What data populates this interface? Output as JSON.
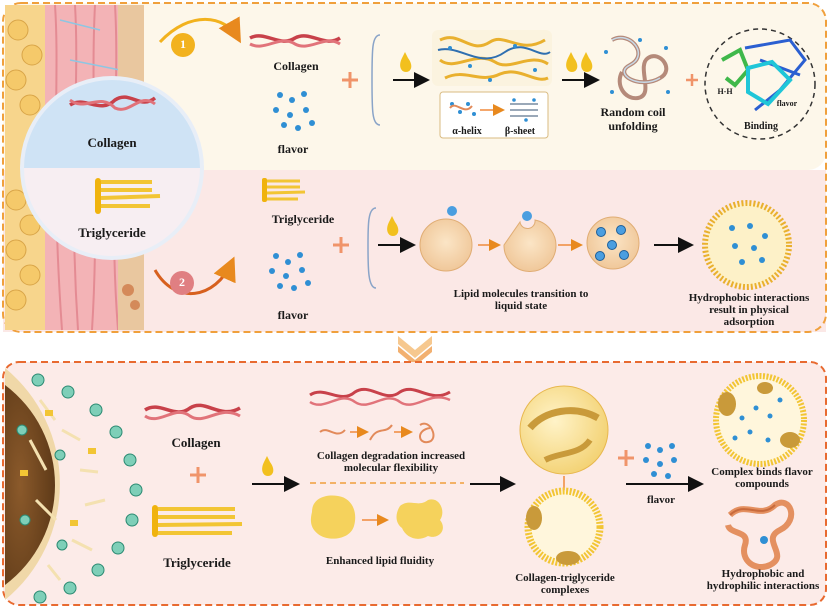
{
  "top_panel": {
    "left_circle": {
      "top_label": "Collagen",
      "bottom_label": "Triglyceride"
    },
    "step_1": "1",
    "step_2": "2",
    "row1": {
      "collagen_label": "Collagen",
      "flavor_label": "flavor",
      "alpha_label": "α-helix",
      "beta_label": "β-sheet",
      "random_coil_label": "Random coil unfolding",
      "binding_label": "Binding",
      "hh_label": "H-H",
      "flavor_small_label": "flavor"
    },
    "row2": {
      "triglyceride_label": "Triglyceride",
      "flavor_label": "flavor",
      "lipid_transition_label": "Lipid molecules transition to liquid state",
      "hydrophobic_label": "Hydrophobic interactions result in physical adsorption"
    }
  },
  "bottom_panel": {
    "collagen_label": "Collagen",
    "triglyceride_label": "Triglyceride",
    "degradation_label": "Collagen degradation increased molecular flexibility",
    "lipid_fluidity_label": "Enhanced lipid fluidity",
    "complexes_label": "Collagen-triglyceride complexes",
    "flavor_label": "flavor",
    "complex_binds_label": "Complex binds flavor compounds",
    "interactions_label": "Hydrophobic and hydrophilic interactions"
  },
  "colors": {
    "panel_border": "#f0a03c",
    "top_bg": "#fdf7ea",
    "top_row2_bg": "#fbe8e6",
    "bottom_bg": "#fcebe8",
    "collagen_red": "#c8414a",
    "lipid_yellow": "#f2c534",
    "flavor_blue": "#2f8fd4",
    "droplet": "#f5d9b4"
  }
}
